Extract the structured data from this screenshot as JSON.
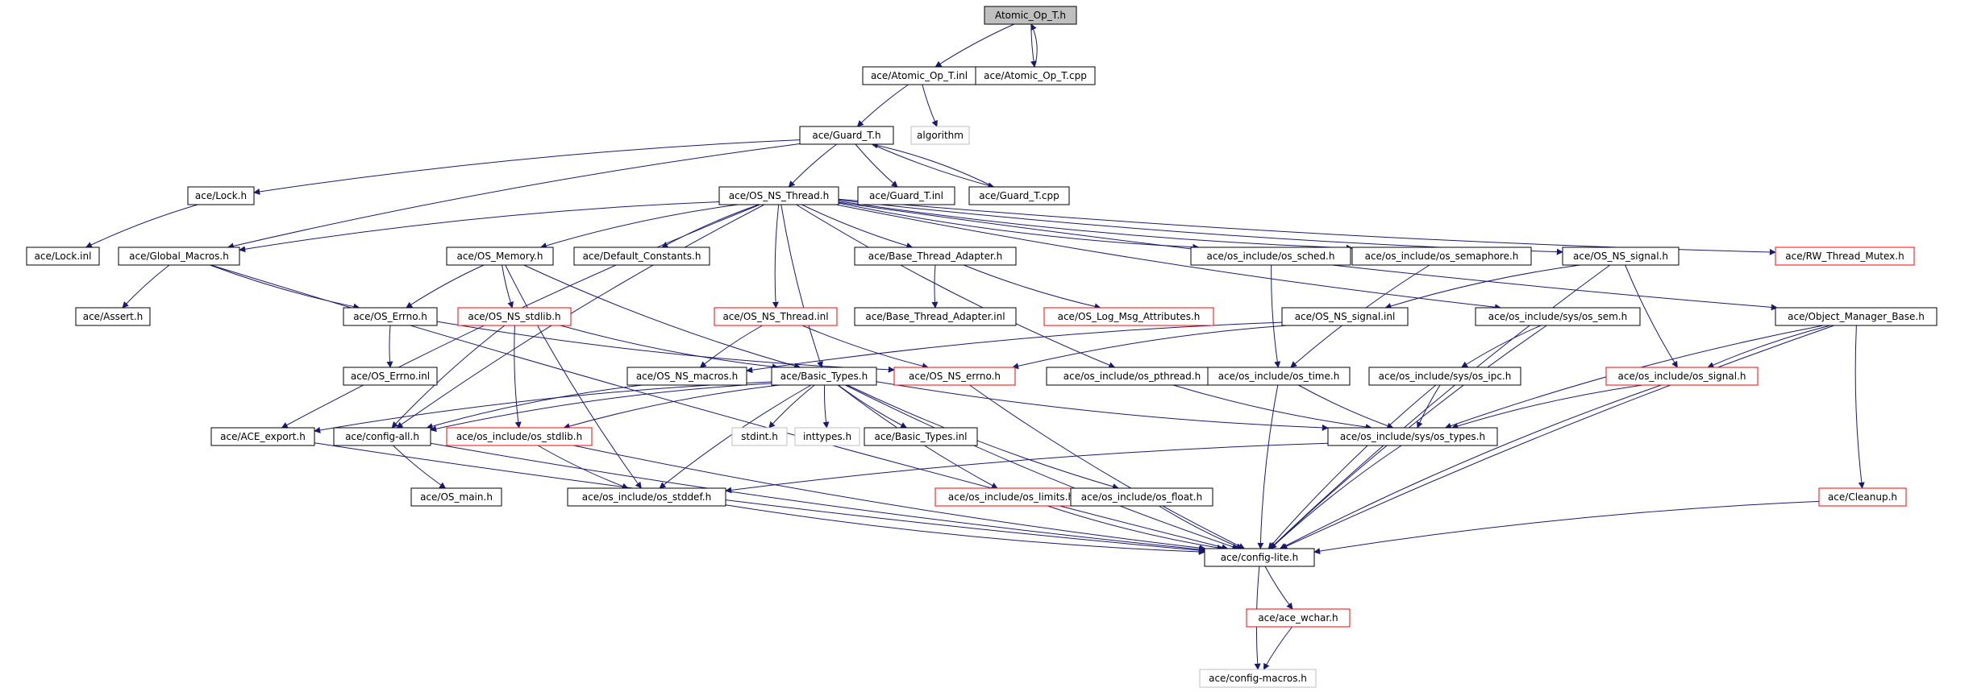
{
  "colors": {
    "background": "#ffffff",
    "node_border": "#000000",
    "node_incomplete_border": "#ff0000",
    "external_border": "#bfbfbf",
    "external_text": "#7f7f7f",
    "root_fill": "#bfbfbf",
    "edge": "#191970"
  },
  "diagram": {
    "nodes": [
      {
        "id": "atomic_op_t_h",
        "label": "Atomic_Op_T.h",
        "style": "root"
      },
      {
        "id": "atomic_op_t_inl",
        "label": "ace/Atomic_Op_T.inl",
        "style": "normal"
      },
      {
        "id": "atomic_op_t_cpp",
        "label": "ace/Atomic_Op_T.cpp",
        "style": "normal"
      },
      {
        "id": "guard_t_h",
        "label": "ace/Guard_T.h",
        "style": "normal"
      },
      {
        "id": "algorithm",
        "label": "algorithm",
        "style": "external"
      },
      {
        "id": "lock_h",
        "label": "ace/Lock.h",
        "style": "normal"
      },
      {
        "id": "os_ns_thread_h",
        "label": "ace/OS_NS_Thread.h",
        "style": "normal"
      },
      {
        "id": "guard_t_inl",
        "label": "ace/Guard_T.inl",
        "style": "normal"
      },
      {
        "id": "guard_t_cpp",
        "label": "ace/Guard_T.cpp",
        "style": "normal"
      },
      {
        "id": "lock_inl",
        "label": "ace/Lock.inl",
        "style": "normal"
      },
      {
        "id": "global_macros_h",
        "label": "ace/Global_Macros.h",
        "style": "normal"
      },
      {
        "id": "os_memory_h",
        "label": "ace/OS_Memory.h",
        "style": "normal"
      },
      {
        "id": "default_constants_h",
        "label": "ace/Default_Constants.h",
        "style": "normal"
      },
      {
        "id": "base_thread_adapter_h",
        "label": "ace/Base_Thread_Adapter.h",
        "style": "normal"
      },
      {
        "id": "os_sched_h",
        "label": "ace/os_include/os_sched.h",
        "style": "normal"
      },
      {
        "id": "os_semaphore_h",
        "label": "ace/os_include/os_semaphore.h",
        "style": "normal"
      },
      {
        "id": "os_ns_signal_h",
        "label": "ace/OS_NS_signal.h",
        "style": "normal"
      },
      {
        "id": "rw_thread_mutex_h",
        "label": "ace/RW_Thread_Mutex.h",
        "style": "incomplete"
      },
      {
        "id": "assert_h",
        "label": "ace/Assert.h",
        "style": "normal"
      },
      {
        "id": "os_errno_h",
        "label": "ace/OS_Errno.h",
        "style": "normal"
      },
      {
        "id": "os_ns_stdlib_h",
        "label": "ace/OS_NS_stdlib.h",
        "style": "incomplete"
      },
      {
        "id": "os_ns_thread_inl",
        "label": "ace/OS_NS_Thread.inl",
        "style": "incomplete"
      },
      {
        "id": "base_thread_adapter_inl",
        "label": "ace/Base_Thread_Adapter.inl",
        "style": "normal"
      },
      {
        "id": "os_log_msg_attributes_h",
        "label": "ace/OS_Log_Msg_Attributes.h",
        "style": "incomplete"
      },
      {
        "id": "os_ns_signal_inl",
        "label": "ace/OS_NS_signal.inl",
        "style": "normal"
      },
      {
        "id": "os_sem_h",
        "label": "ace/os_include/sys/os_sem.h",
        "style": "normal"
      },
      {
        "id": "object_manager_base_h",
        "label": "ace/Object_Manager_Base.h",
        "style": "normal"
      },
      {
        "id": "os_errno_inl",
        "label": "ace/OS_Errno.inl",
        "style": "normal"
      },
      {
        "id": "os_ns_macros_h",
        "label": "ace/OS_NS_macros.h",
        "style": "normal"
      },
      {
        "id": "basic_types_h",
        "label": "ace/Basic_Types.h",
        "style": "normal"
      },
      {
        "id": "os_ns_errno_h",
        "label": "ace/OS_NS_errno.h",
        "style": "incomplete"
      },
      {
        "id": "os_pthread_h",
        "label": "ace/os_include/os_pthread.h",
        "style": "normal"
      },
      {
        "id": "os_time_h",
        "label": "ace/os_include/os_time.h",
        "style": "normal"
      },
      {
        "id": "os_ipc_h",
        "label": "ace/os_include/sys/os_ipc.h",
        "style": "normal"
      },
      {
        "id": "os_signal_h",
        "label": "ace/os_include/os_signal.h",
        "style": "incomplete"
      },
      {
        "id": "ace_export_h",
        "label": "ace/ACE_export.h",
        "style": "normal"
      },
      {
        "id": "config_all_h",
        "label": "ace/config-all.h",
        "style": "normal"
      },
      {
        "id": "os_stdlib_h",
        "label": "ace/os_include/os_stdlib.h",
        "style": "incomplete"
      },
      {
        "id": "stdint_h",
        "label": "stdint.h",
        "style": "external"
      },
      {
        "id": "inttypes_h",
        "label": "inttypes.h",
        "style": "external"
      },
      {
        "id": "basic_types_inl",
        "label": "ace/Basic_Types.inl",
        "style": "normal"
      },
      {
        "id": "os_types_h",
        "label": "ace/os_include/sys/os_types.h",
        "style": "normal"
      },
      {
        "id": "os_main_h",
        "label": "ace/OS_main.h",
        "style": "normal"
      },
      {
        "id": "os_stddef_h",
        "label": "ace/os_include/os_stddef.h",
        "style": "normal"
      },
      {
        "id": "os_limits_h",
        "label": "ace/os_include/os_limits.h",
        "style": "incomplete"
      },
      {
        "id": "os_float_h",
        "label": "ace/os_include/os_float.h",
        "style": "normal"
      },
      {
        "id": "cleanup_h",
        "label": "ace/Cleanup.h",
        "style": "incomplete"
      },
      {
        "id": "config_lite_h",
        "label": "ace/config-lite.h",
        "style": "normal"
      },
      {
        "id": "ace_wchar_h",
        "label": "ace/ace_wchar.h",
        "style": "incomplete"
      },
      {
        "id": "config_macros_h",
        "label": "ace/config-macros.h",
        "style": "external"
      }
    ],
    "edges": [
      [
        "atomic_op_t_h",
        "atomic_op_t_inl"
      ],
      [
        "atomic_op_t_h",
        "atomic_op_t_cpp"
      ],
      [
        "atomic_op_t_cpp",
        "atomic_op_t_h"
      ],
      [
        "atomic_op_t_inl",
        "guard_t_h"
      ],
      [
        "atomic_op_t_inl",
        "algorithm"
      ],
      [
        "guard_t_h",
        "lock_h"
      ],
      [
        "guard_t_h",
        "os_ns_thread_h"
      ],
      [
        "guard_t_h",
        "guard_t_inl"
      ],
      [
        "guard_t_h",
        "guard_t_cpp"
      ],
      [
        "guard_t_cpp",
        "guard_t_h"
      ],
      [
        "guard_t_h",
        "global_macros_h"
      ],
      [
        "lock_h",
        "lock_inl"
      ],
      [
        "os_ns_thread_h",
        "global_macros_h"
      ],
      [
        "os_ns_thread_h",
        "os_memory_h"
      ],
      [
        "os_ns_thread_h",
        "default_constants_h"
      ],
      [
        "os_ns_thread_h",
        "base_thread_adapter_h"
      ],
      [
        "os_ns_thread_h",
        "os_sched_h"
      ],
      [
        "os_ns_thread_h",
        "os_semaphore_h"
      ],
      [
        "os_ns_thread_h",
        "os_ns_signal_h"
      ],
      [
        "os_ns_thread_h",
        "rw_thread_mutex_h"
      ],
      [
        "os_ns_thread_h",
        "object_manager_base_h"
      ],
      [
        "os_ns_thread_h",
        "os_ns_thread_inl"
      ],
      [
        "os_ns_thread_h",
        "basic_types_h"
      ],
      [
        "os_ns_thread_h",
        "ace_export_h"
      ],
      [
        "os_ns_thread_h",
        "config_all_h"
      ],
      [
        "os_ns_thread_h",
        "os_pthread_h"
      ],
      [
        "os_ns_thread_h",
        "os_sem_h"
      ],
      [
        "global_macros_h",
        "assert_h"
      ],
      [
        "global_macros_h",
        "os_errno_h"
      ],
      [
        "global_macros_h",
        "config_lite_h"
      ],
      [
        "os_memory_h",
        "os_errno_h"
      ],
      [
        "os_memory_h",
        "os_ns_stdlib_h"
      ],
      [
        "os_memory_h",
        "basic_types_h"
      ],
      [
        "os_memory_h",
        "os_stddef_h"
      ],
      [
        "base_thread_adapter_h",
        "base_thread_adapter_inl"
      ],
      [
        "base_thread_adapter_h",
        "os_log_msg_attributes_h"
      ],
      [
        "os_sched_h",
        "os_time_h"
      ],
      [
        "os_semaphore_h",
        "os_time_h"
      ],
      [
        "os_ns_signal_h",
        "os_ns_signal_inl"
      ],
      [
        "os_ns_signal_h",
        "os_signal_h"
      ],
      [
        "os_ns_signal_h",
        "config_lite_h"
      ],
      [
        "os_errno_h",
        "os_errno_inl"
      ],
      [
        "os_errno_h",
        "os_ns_errno_h"
      ],
      [
        "os_ns_stdlib_h",
        "os_stdlib_h"
      ],
      [
        "os_ns_stdlib_h",
        "config_all_h"
      ],
      [
        "os_ns_stdlib_h",
        "basic_types_h"
      ],
      [
        "os_ns_thread_inl",
        "os_ns_macros_h"
      ],
      [
        "os_ns_thread_inl",
        "os_ns_errno_h"
      ],
      [
        "os_ns_signal_inl",
        "os_ns_macros_h"
      ],
      [
        "os_ns_signal_inl",
        "os_ns_errno_h"
      ],
      [
        "os_sem_h",
        "os_ipc_h"
      ],
      [
        "os_sem_h",
        "config_lite_h"
      ],
      [
        "object_manager_base_h",
        "os_signal_h"
      ],
      [
        "object_manager_base_h",
        "os_types_h"
      ],
      [
        "object_manager_base_h",
        "cleanup_h"
      ],
      [
        "object_manager_base_h",
        "config_lite_h"
      ],
      [
        "os_ns_macros_h",
        "config_all_h"
      ],
      [
        "basic_types_h",
        "ace_export_h"
      ],
      [
        "basic_types_h",
        "config_all_h"
      ],
      [
        "basic_types_h",
        "os_stdlib_h"
      ],
      [
        "basic_types_h",
        "stdint_h"
      ],
      [
        "basic_types_h",
        "inttypes_h"
      ],
      [
        "basic_types_h",
        "basic_types_inl"
      ],
      [
        "basic_types_h",
        "os_types_h"
      ],
      [
        "basic_types_h",
        "os_stddef_h"
      ],
      [
        "basic_types_h",
        "os_limits_h"
      ],
      [
        "basic_types_h",
        "os_float_h"
      ],
      [
        "basic_types_h",
        "config_lite_h"
      ],
      [
        "os_ns_errno_h",
        "config_lite_h"
      ],
      [
        "os_pthread_h",
        "os_types_h"
      ],
      [
        "os_time_h",
        "os_types_h"
      ],
      [
        "os_time_h",
        "config_lite_h"
      ],
      [
        "os_ipc_h",
        "os_types_h"
      ],
      [
        "os_ipc_h",
        "config_lite_h"
      ],
      [
        "os_signal_h",
        "os_types_h"
      ],
      [
        "os_signal_h",
        "config_lite_h"
      ],
      [
        "ace_export_h",
        "config_lite_h"
      ],
      [
        "config_all_h",
        "os_main_h"
      ],
      [
        "config_all_h",
        "config_lite_h"
      ],
      [
        "os_stdlib_h",
        "os_stddef_h"
      ],
      [
        "os_stdlib_h",
        "config_lite_h"
      ],
      [
        "os_types_h",
        "os_stddef_h"
      ],
      [
        "os_types_h",
        "config_lite_h"
      ],
      [
        "os_stddef_h",
        "config_lite_h"
      ],
      [
        "os_limits_h",
        "config_lite_h"
      ],
      [
        "os_float_h",
        "config_lite_h"
      ],
      [
        "cleanup_h",
        "config_lite_h"
      ],
      [
        "config_lite_h",
        "ace_wchar_h"
      ],
      [
        "config_lite_h",
        "config_macros_h"
      ],
      [
        "ace_wchar_h",
        "config_macros_h"
      ]
    ]
  }
}
